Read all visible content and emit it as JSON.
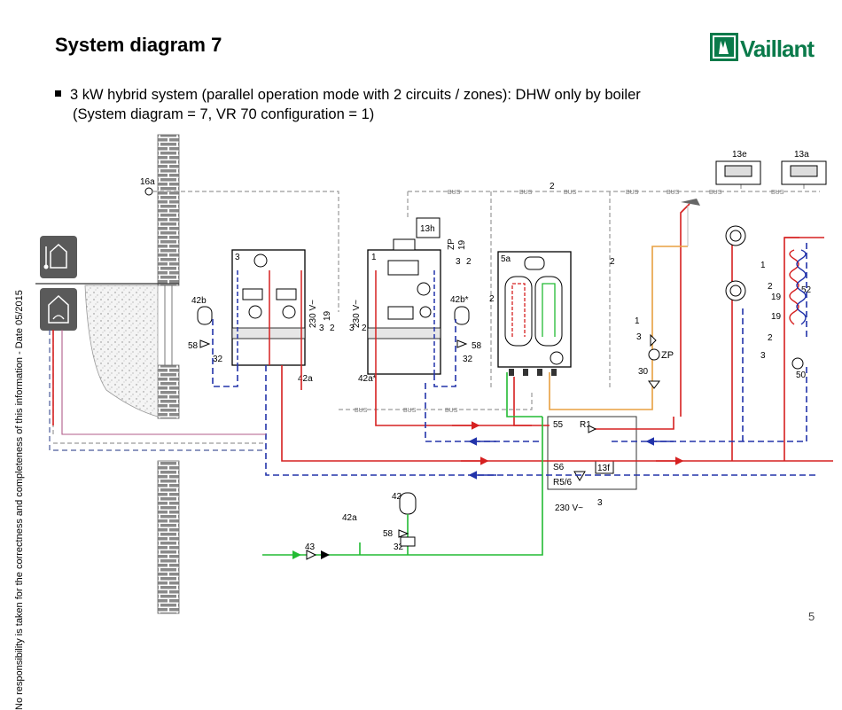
{
  "title": "System diagram 7",
  "bullet": {
    "line1": "3 kW hybrid system (parallel operation mode with 2 circuits / zones): DHW only by boiler",
    "line2": "(System diagram = 7, VR 70 configuration = 1)"
  },
  "logo_text": "Vaillant",
  "side_note": "No responsibility is taken for the correctness and completeness of this information - Date 05/2015",
  "page_number": "5",
  "colors": {
    "flow": "#d62020",
    "return": "#2233aa",
    "bus": "#9a9a9a",
    "cold_water": "#22bb33",
    "hot_water": "#e8a040",
    "frost": "#bbbbbb"
  },
  "labels": {
    "l16a": "16a",
    "l3": "3",
    "l1": "1",
    "l5a": "5a",
    "l13h": "13h",
    "l13e": "13e",
    "l13a": "13a",
    "l42b": "42b",
    "l42bs": "42b*",
    "l58a": "58",
    "l32a": "32",
    "l58b": "58",
    "l32b": "32",
    "l42a1": "42a",
    "l42as": "42a*",
    "l230a": "230 V~",
    "l230b": "230 V~",
    "l19a": "19",
    "l3b": "3",
    "l2b": "2",
    "l2c": "2",
    "l3c": "3",
    "lzp": "ZP",
    "l3d": "3",
    "l2d": "2",
    "l19b": "19",
    "l2e": "2",
    "l2f": "2",
    "l1b": "1",
    "l3e": "3",
    "lzp2": "ZP",
    "l30": "30",
    "l1c": "1",
    "l2g": "2",
    "l19c": "19",
    "l19d": "19",
    "l2h": "2",
    "l3f": "3",
    "l52": "52",
    "l50": "50",
    "l55": "55",
    "lr1": "R1",
    "ls6": "S6",
    "lr56": "R5/6",
    "l13f": "13f",
    "l230c": "230 V~",
    "l3g": "3",
    "l42c": "42c",
    "l58c": "58",
    "l32c": "32",
    "l42a2": "42a",
    "l43": "43",
    "bus": "BUS",
    "l2top": "2"
  }
}
